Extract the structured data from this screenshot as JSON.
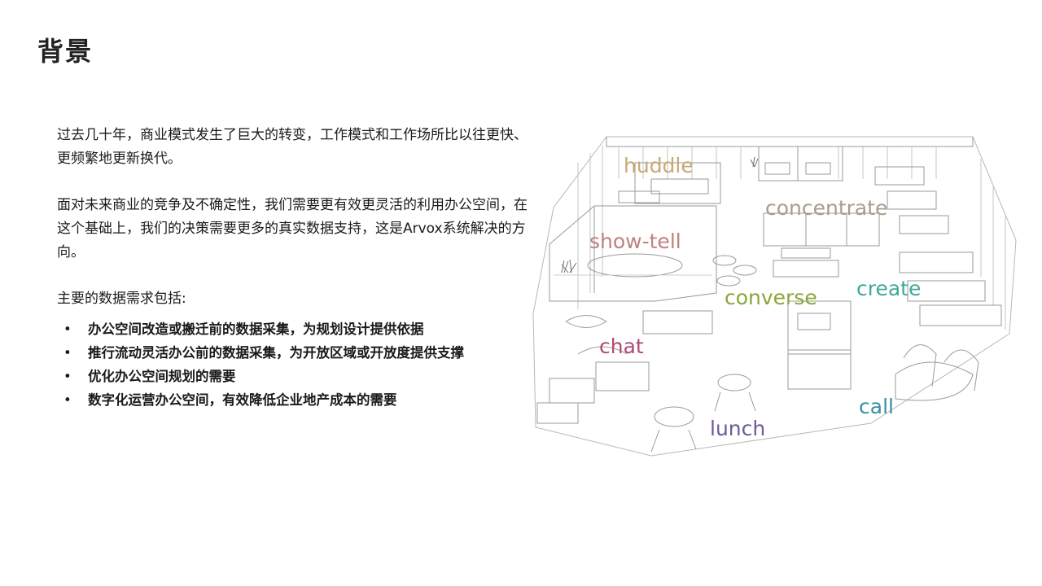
{
  "slide": {
    "title": "背景",
    "paragraphs": [
      "过去几十年，商业模式发生了巨大的转变，工作模式和工作场所比以往更快、更频繁地更新换代。",
      "面对未来商业的竞争及不确定性，我们需要更有效更灵活的利用办公空间，在这个基础上，我们的决策需要更多的真实数据支持，这是Arvox系统解决的方向。"
    ],
    "intro": "主要的数据需求包括:",
    "bullet_marker": "•",
    "bullets": [
      "办公空间改造或搬迁前的数据采集，为规划设计提供依据",
      "推行流动灵活办公前的数据采集，为开放区域或开放度提供支撑",
      "优化办公空间规划的需要",
      "数字化运营办公空间，有效降低企业地产成本的需要"
    ]
  },
  "illustration": {
    "labels": {
      "huddle": "huddle",
      "concentrate": "concentrate",
      "show_tell": "show-tell",
      "converse": "converse",
      "create": "create",
      "chat": "chat",
      "call": "call",
      "lunch": "lunch"
    },
    "colors": {
      "huddle": "#c8a977",
      "concentrate": "#a89c8c",
      "show_tell": "#c08080",
      "converse": "#8aa63a",
      "create": "#3fa89a",
      "chat": "#b04a72",
      "call": "#3a8fa0",
      "lunch": "#6e5a98",
      "line": "#8a8a8a"
    }
  }
}
